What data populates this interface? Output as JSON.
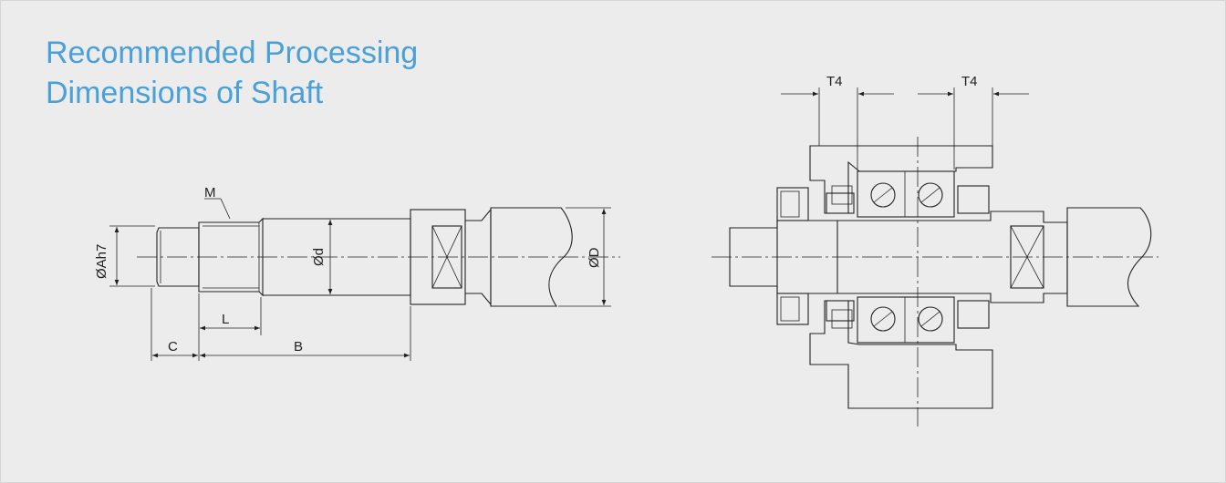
{
  "title": {
    "line1": "Recommended Processing",
    "line2": "Dimensions of Shaft"
  },
  "labels": {
    "thread": "M",
    "dia_a": "ØAh7",
    "dia_d": "Ød",
    "dia_D": "ØD",
    "len_l": "L",
    "len_c": "C",
    "len_b": "B",
    "t4_left": "T4",
    "t4_right": "T4"
  }
}
